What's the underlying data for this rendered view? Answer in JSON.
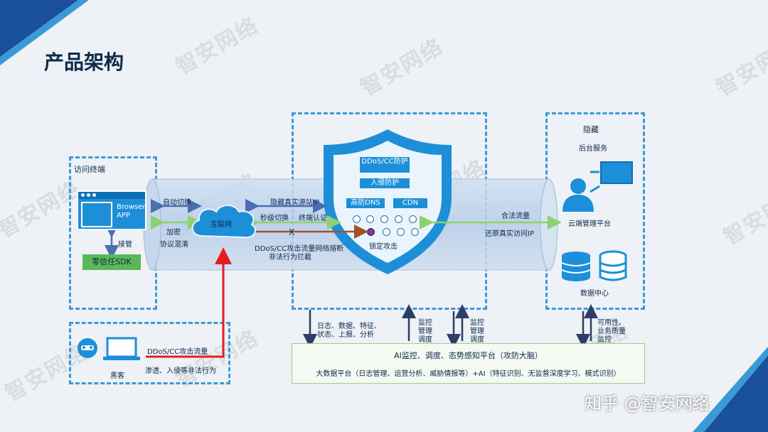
{
  "title": "产品架构",
  "watermark": "智安网络",
  "footer_brand": "知乎 @智安网络",
  "colors": {
    "accent": "#3a9ad6",
    "navy": "#0d2a4a",
    "green_box": "#5bb85a",
    "shield": "#1c8fd8",
    "attack_red": "#e02020",
    "brown_arrow": "#a0522d"
  },
  "client": {
    "section_label": "访问终端",
    "browser_label": "Browser APP",
    "takeover_label": "接管",
    "sdk_label": "零信任SDK"
  },
  "hacker": {
    "label": "黑客",
    "traffic_label": "DDoS/CC攻击流量",
    "intrusion_label": "渗透、入侵等非法行为"
  },
  "tunnel": {
    "auto_switch": "自动切换",
    "encrypt": "加密",
    "protocol_obfuscation": "协议混淆",
    "internet": "互联网",
    "hide_ip": "隐藏真实源站IP",
    "second_switch": "秒级切换",
    "terminal_auth": "终端认证",
    "fuse_label": "DDoS/CC攻击流量网络熔断",
    "block_label": "非法行为拦截",
    "x_mark": "X",
    "legal_traffic": "合法流量",
    "restore_ip": "还原真实访问IP"
  },
  "shield": {
    "ddos": "DDoS/CC防护",
    "intrusion": "入侵防护",
    "dns": "高防DNS",
    "cdn": "CDN",
    "lock_attack": "锁定攻击"
  },
  "backend": {
    "section_label": "隐藏",
    "service_label": "后台服务",
    "cloud_mgmt": "云端管理平台",
    "data_center": "数据中心"
  },
  "links": {
    "logs": [
      "日志、数据、特征、",
      "状态、上报、分析"
    ],
    "monitor1": [
      "监控",
      "管理",
      "调度"
    ],
    "monitor2": [
      "监控",
      "管理",
      "调度"
    ],
    "availability": [
      "可用性、",
      "业务质量",
      "监控"
    ]
  },
  "platform": {
    "line1": "AI监控、调度、态势感知平台（攻防大脑）",
    "line2": "大数据平台（日志管理、运营分析、威胁情报等）+AI（特征识别、无监督深度学习、模式识别）"
  }
}
